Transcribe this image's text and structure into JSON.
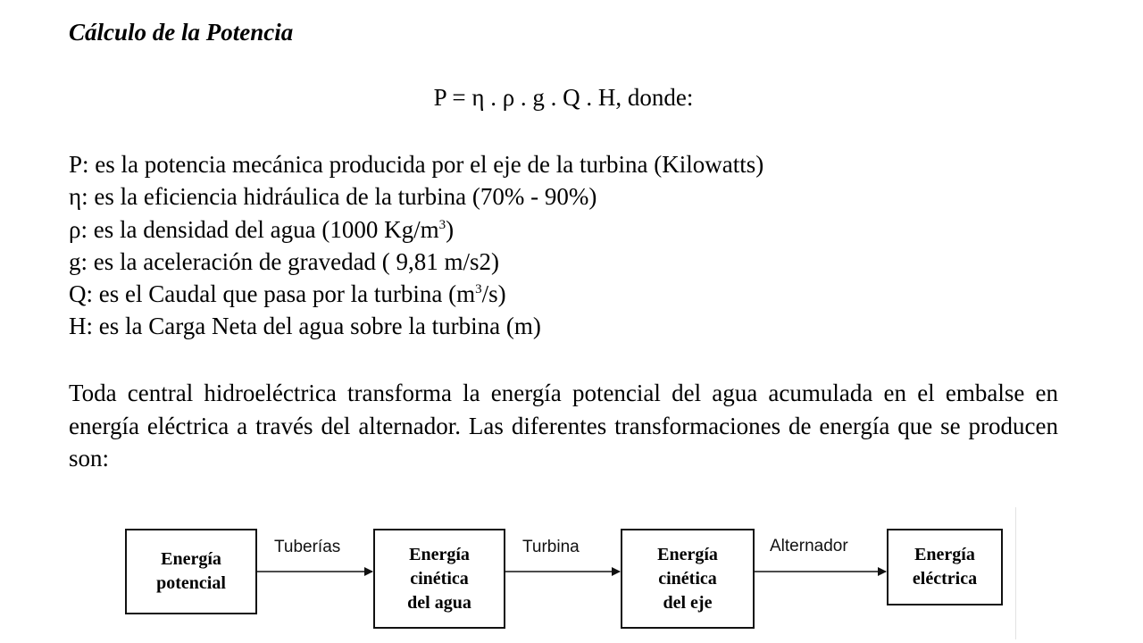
{
  "title": "Cálculo de la Potencia",
  "formula": "P = η . ρ . g . Q . H, donde:",
  "definitions": {
    "p": "P: es la potencia mecánica producida por el  eje de la turbina (Kilowatts)",
    "eta": "η: es la eficiencia hidráulica de la turbina (70% - 90%)",
    "rho_pre": "ρ: es la densidad del agua (1000 Kg/m",
    "rho_sup": "3",
    "rho_post": ")",
    "g": "g: es la aceleración de gravedad ( 9,81 m/s2)",
    "q_pre": "Q: es el Caudal que pasa por la turbina (m",
    "q_sup": "3",
    "q_post": "/s)",
    "h": "H: es la Carga Neta del agua sobre la turbina (m)"
  },
  "paragraph": "Toda central hidroeléctrica transforma la energía potencial del agua acumulada en el embalse en energía eléctrica a través del alternador. Las diferentes transformaciones de energía que se producen son:",
  "diagram": {
    "boxes": [
      "Energía\npotencial",
      "Energía\ncinética\ndel agua",
      "Energía\ncinética\ndel eje",
      "Energía\neléctrica"
    ],
    "arrows": [
      "Tuberías",
      "Turbina",
      "Alternador"
    ]
  }
}
